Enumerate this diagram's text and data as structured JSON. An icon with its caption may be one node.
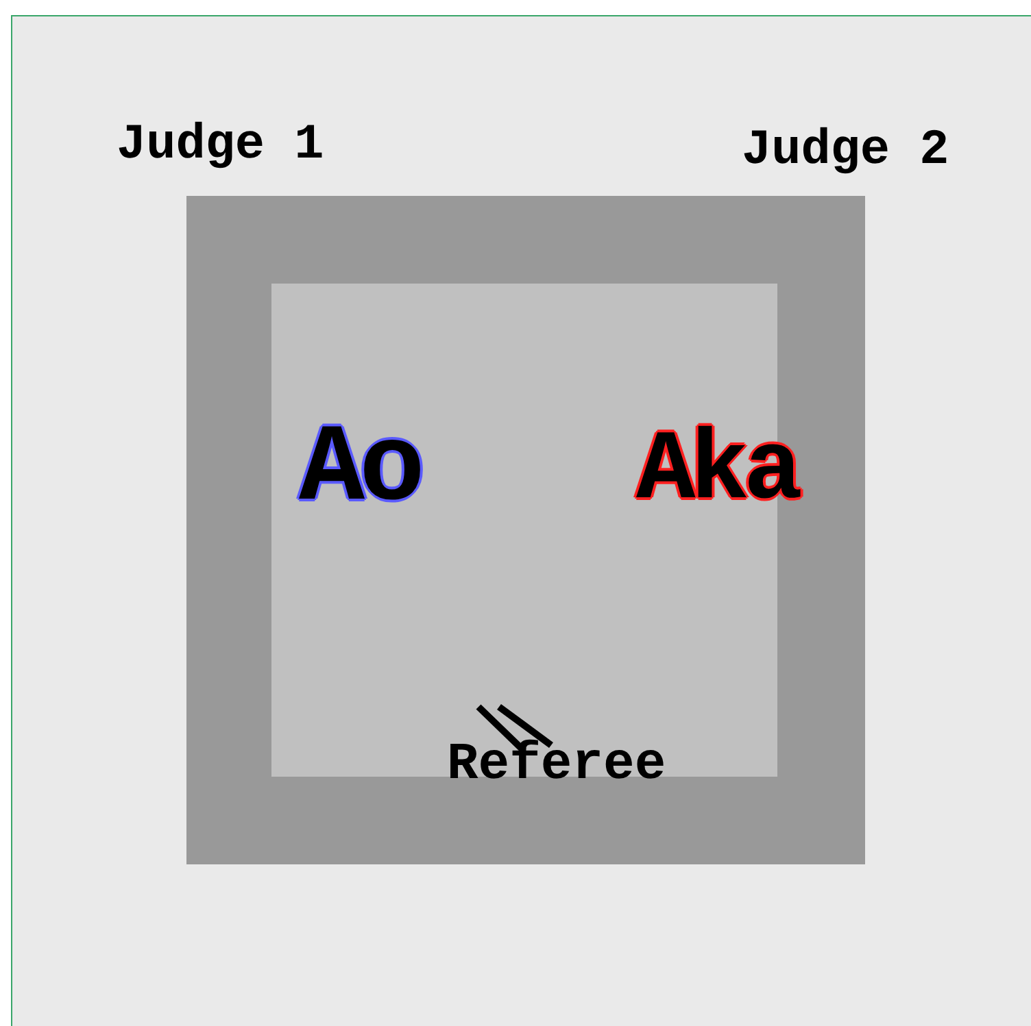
{
  "diagram": {
    "labels": [
      "Judge 1",
      "Judge 2",
      "Ao",
      "Aka",
      "Referee"
    ]
  }
}
